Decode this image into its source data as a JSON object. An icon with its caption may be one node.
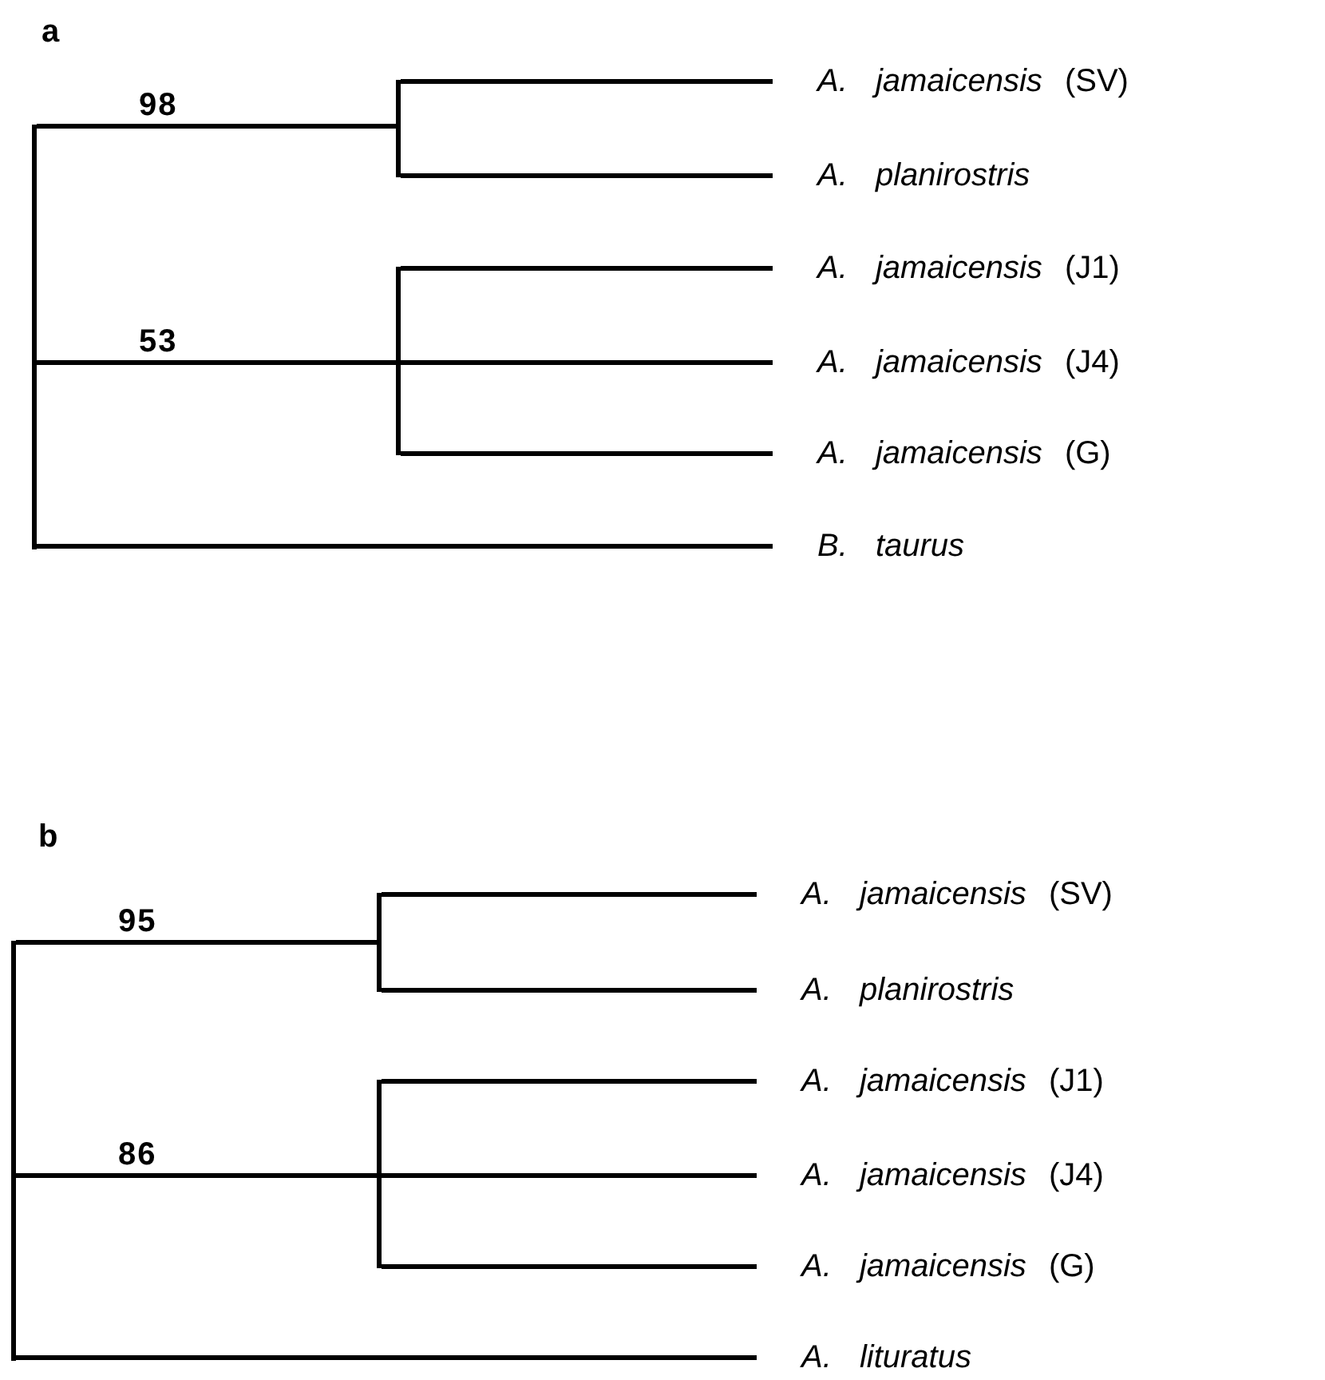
{
  "diagram": {
    "nodes": [
      {
        "text": [],
        "shape": "bar"
      },
      {
        "text": [],
        "shape": "bar"
      },
      {
        "text": [
          "A. jamaicensis"
        ],
        "beside": [
          "(SV)"
        ]
      },
      {
        "text": [
          "A. planirostris"
        ]
      },
      {
        "text": [],
        "shape": "bar"
      },
      {
        "text": [
          "A. jamaicensis"
        ],
        "beside": [
          "(J1)"
        ]
      },
      {
        "text": [
          "A. jamaicensis"
        ],
        "beside": [
          "(J4)"
        ]
      },
      {
        "text": [
          "A. jamaicensis"
        ],
        "beside": [
          "(G)"
        ]
      },
      {
        "text": [
          "B. taurus"
        ]
      },
      {
        "text": [],
        "shape": "bar"
      },
      {
        "text": [],
        "shape": "bar"
      },
      {
        "text": [
          "A. jamaicensis"
        ],
        "beside": [
          "(SV)"
        ]
      },
      {
        "text": [
          "A. planirostris"
        ]
      },
      {
        "text": [],
        "shape": "bar"
      },
      {
        "text": [
          "A. jamaicensis"
        ],
        "beside": [
          "(J1)"
        ]
      },
      {
        "text": [
          "A. jamaicensis"
        ],
        "beside": [
          "(J4)"
        ]
      },
      {
        "text": [
          "A. jamaicensis"
        ],
        "beside": [
          "(G)"
        ]
      },
      {
        "text": [
          "A. lituratus"
        ]
      }
    ],
    "edges": [
      {
        "from": 0,
        "to": 1,
        "arrow": "none",
        "label": "98"
      },
      {
        "from": 1,
        "to": 2,
        "arrow": "none"
      },
      {
        "from": 1,
        "to": 3,
        "arrow": "none"
      },
      {
        "from": 0,
        "to": 4,
        "arrow": "none",
        "label": "53"
      },
      {
        "from": 4,
        "to": 5,
        "arrow": "none"
      },
      {
        "from": 4,
        "to": 6,
        "arrow": "none"
      },
      {
        "from": 4,
        "to": 7,
        "arrow": "none"
      },
      {
        "from": 0,
        "to": 8,
        "arrow": "none"
      },
      {
        "from": 9,
        "to": 10,
        "arrow": "none",
        "label": "95"
      },
      {
        "from": 10,
        "to": 11,
        "arrow": "none"
      },
      {
        "from": 10,
        "to": 12,
        "arrow": "none"
      },
      {
        "from": 9,
        "to": 13,
        "arrow": "none",
        "label": "86"
      },
      {
        "from": 13,
        "to": 14,
        "arrow": "none"
      },
      {
        "from": 13,
        "to": 15,
        "arrow": "none"
      },
      {
        "from": 13,
        "to": 16,
        "arrow": "none"
      },
      {
        "from": 9,
        "to": 17,
        "arrow": "none"
      }
    ],
    "labels": [
      "a",
      "b"
    ]
  }
}
